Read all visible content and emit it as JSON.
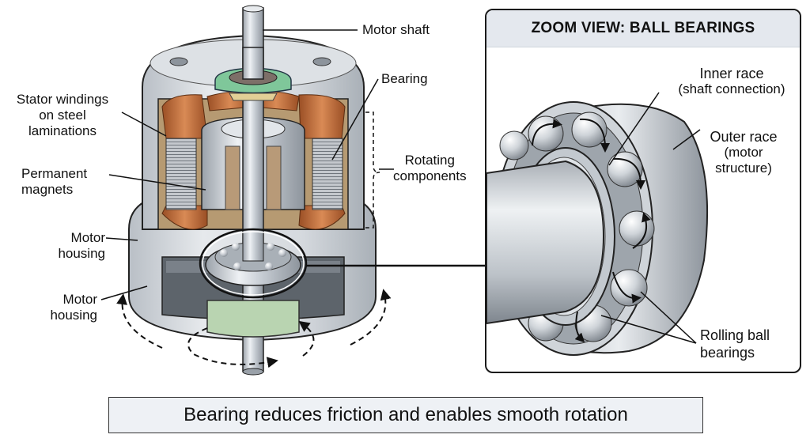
{
  "figure": {
    "title": "Motor cutaway with bearing zoom view",
    "caption": "Bearing reduces friction and enables smooth rotation"
  },
  "motor_labels": {
    "motor_shaft": "Motor shaft",
    "bearing": "Bearing",
    "stator_windings": [
      "Stator windings",
      "on steel",
      "laminations"
    ],
    "permanent_magnets": [
      "Permanent",
      "magnets"
    ],
    "rotating_components": [
      "Rotating",
      "components"
    ],
    "motor_housing_upper": [
      "Motor",
      "housing"
    ],
    "motor_housing_lower": [
      "Motor",
      "housing"
    ]
  },
  "zoom_view": {
    "header": "ZOOM VIEW: BALL BEARINGS",
    "inner_race": [
      "Inner race",
      "(shaft connection)"
    ],
    "outer_race": [
      "Outer race",
      "(motor",
      "structure)"
    ],
    "rolling_balls": [
      "Rolling ball",
      "bearings"
    ]
  },
  "colors": {
    "copper": "#c8733f",
    "green_bearing_cap": "#7fc79a",
    "steel": "#c9ced4",
    "housing": "#d7dbe0",
    "header_bg": "#e4e8ee",
    "caption_bg": "#eef1f5"
  }
}
